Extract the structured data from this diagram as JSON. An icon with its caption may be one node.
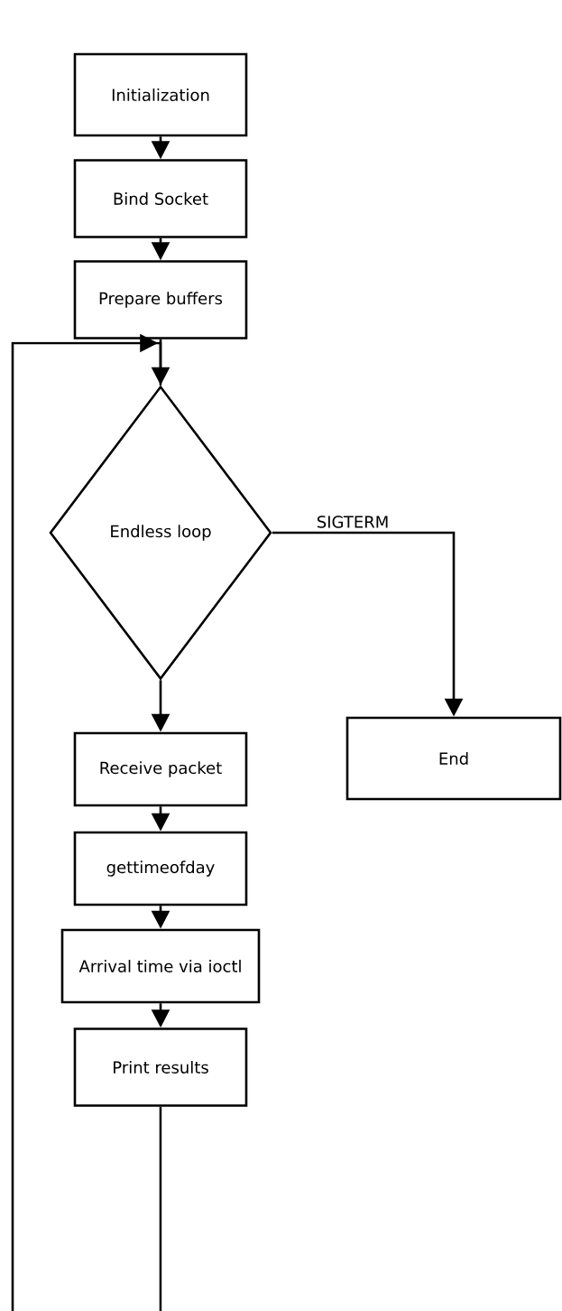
{
  "diagram": {
    "nodes": [
      {
        "text": [
          "Initialization"
        ]
      },
      {
        "text": [
          "Bind Socket"
        ]
      },
      {
        "text": [
          "Prepare buffers"
        ]
      },
      {
        "text": [
          "Endless loop"
        ]
      },
      {
        "text": [
          "Receive packet"
        ]
      },
      {
        "text": [
          "End"
        ]
      },
      {
        "text": [
          "gettimeofday"
        ]
      },
      {
        "text": [
          "Arrival time via ioctl"
        ]
      },
      {
        "text": [
          "Print results"
        ]
      }
    ],
    "edges": [
      {
        "from": 0,
        "to": 1,
        "arrow": "to"
      },
      {
        "from": 1,
        "to": 2,
        "arrow": "to"
      },
      {
        "from": 2,
        "to": 3,
        "arrow": "to"
      },
      {
        "from": 3,
        "to": 4,
        "arrow": "to"
      },
      {
        "from": 3,
        "to": 5,
        "arrow": "to",
        "label": "SIGTERM"
      },
      {
        "from": 4,
        "to": 6,
        "arrow": "to"
      },
      {
        "from": 6,
        "to": 7,
        "arrow": "to"
      },
      {
        "from": 7,
        "to": 8,
        "arrow": "to"
      },
      {
        "from": 8,
        "to": 3,
        "arrow": "to"
      }
    ]
  }
}
